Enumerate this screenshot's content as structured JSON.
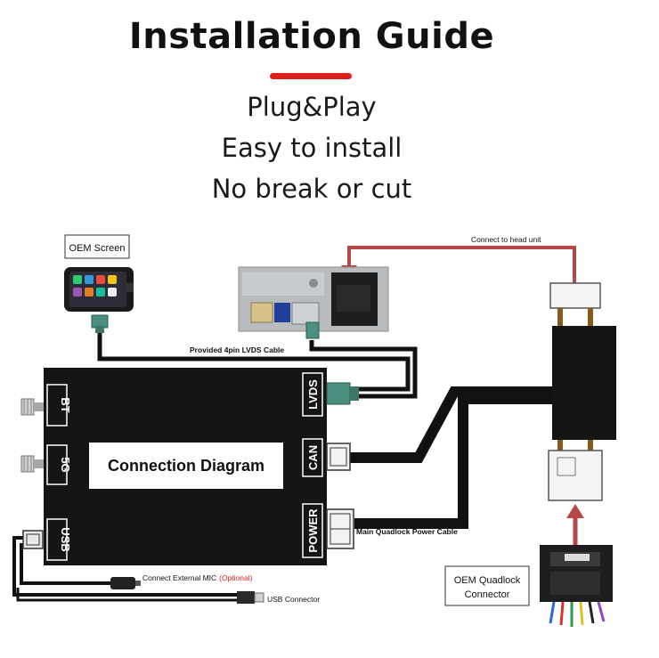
{
  "header": {
    "title": "Installation Guide",
    "features": [
      "Plug&Play",
      "Easy to install",
      "No break or cut"
    ]
  },
  "diagram": {
    "center_label": "Connection Diagram",
    "ports_left": [
      "BT",
      "5G",
      "USB"
    ],
    "ports_right": [
      "LVDS",
      "CAN",
      "POWER"
    ],
    "oem_screen_label": "OEM Screen",
    "lvds_cable_label": "Provided 4pin LVDS Cable",
    "head_unit_label": "Connect to head unit",
    "power_cable_label": "Main Quadlock Power Cable",
    "mic_label": "Connect External MIC",
    "mic_optional": "(Optional)",
    "usb_connector_label": "USB Connector",
    "quadlock_label_line1": "OEM Quadlock",
    "quadlock_label_line2": "Connector",
    "colors": {
      "accent_red": "#e0211b",
      "arrow_red": "#b84848",
      "cable": "#111111",
      "lvds_green": "#4a8f80"
    }
  }
}
